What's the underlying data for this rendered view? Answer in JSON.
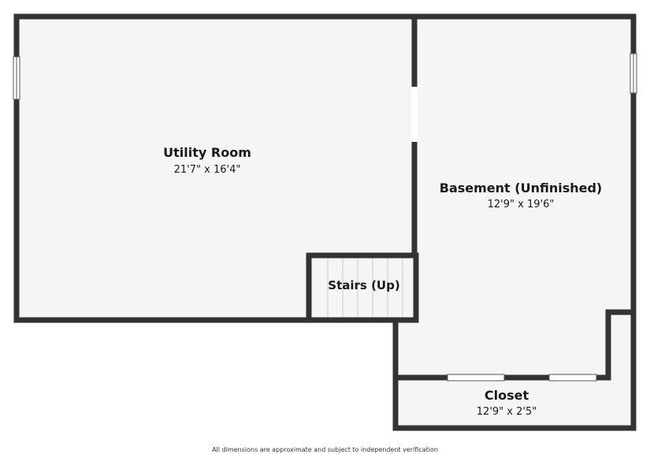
{
  "colors": {
    "wall": "#333333",
    "floor": "#f5f5f5",
    "window": "#ffffff",
    "stair_line": "#cccccc"
  },
  "rooms": {
    "utility": {
      "name": "Utility Room",
      "dims": "21'7\" x 16'4\""
    },
    "basement": {
      "name": "Basement (Unfinished)",
      "dims": "12'9\" x 19'6\""
    },
    "closet": {
      "name": "Closet",
      "dims": "12'9\" x 2'5\""
    },
    "stairs": {
      "name": "Stairs (Up)"
    }
  },
  "footer": {
    "disclaimer": "All dimensions are approximate and subject to independent verification"
  }
}
